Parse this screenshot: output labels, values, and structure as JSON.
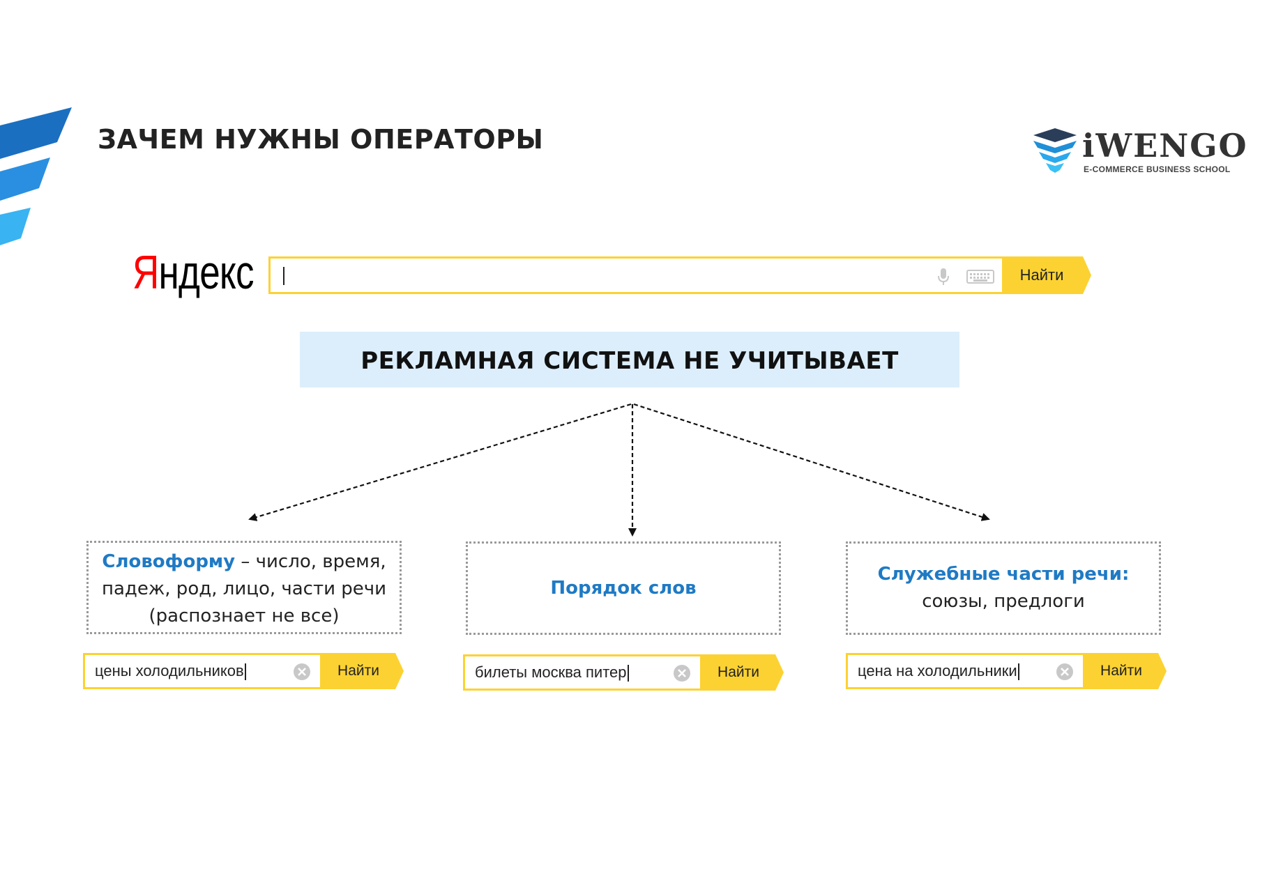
{
  "slide": {
    "title": "ЗАЧЕМ НУЖНЫ ОПЕРАТОРЫ"
  },
  "brand": {
    "name": "iWENGO",
    "tagline": "E-COMMERCE BUSINESS SCHOOL",
    "icon": "graduation-cap-icon"
  },
  "yandex": {
    "logo_first": "Я",
    "logo_rest": "ндекс",
    "search": {
      "value": "",
      "submit_label": "Найти",
      "icons": [
        "microphone-icon",
        "keyboard-icon"
      ]
    }
  },
  "banner": {
    "text": "РЕКЛАМНАЯ СИСТЕМА НЕ УЧИТЫВАЕТ"
  },
  "factors": [
    {
      "highlight": "Словоформу",
      "line1_rest": " – число, время,",
      "line2": "падеж, род, лицо, части речи",
      "line3": "(распознает не все)"
    },
    {
      "highlight": "Порядок слов"
    },
    {
      "highlight": "Служебные части речи:",
      "line2": "союзы, предлоги"
    }
  ],
  "examples": [
    {
      "query": "цены холодильников",
      "submit_label": "Найти"
    },
    {
      "query": "билеты москва питер",
      "submit_label": "Найти"
    },
    {
      "query": "цена на холодильники",
      "submit_label": "Найти"
    }
  ],
  "colors": {
    "accent": "#1f7ac4",
    "yandex_yellow": "#fcd232",
    "banner_bg": "#dceefb",
    "yandex_red": "#ff0000"
  }
}
